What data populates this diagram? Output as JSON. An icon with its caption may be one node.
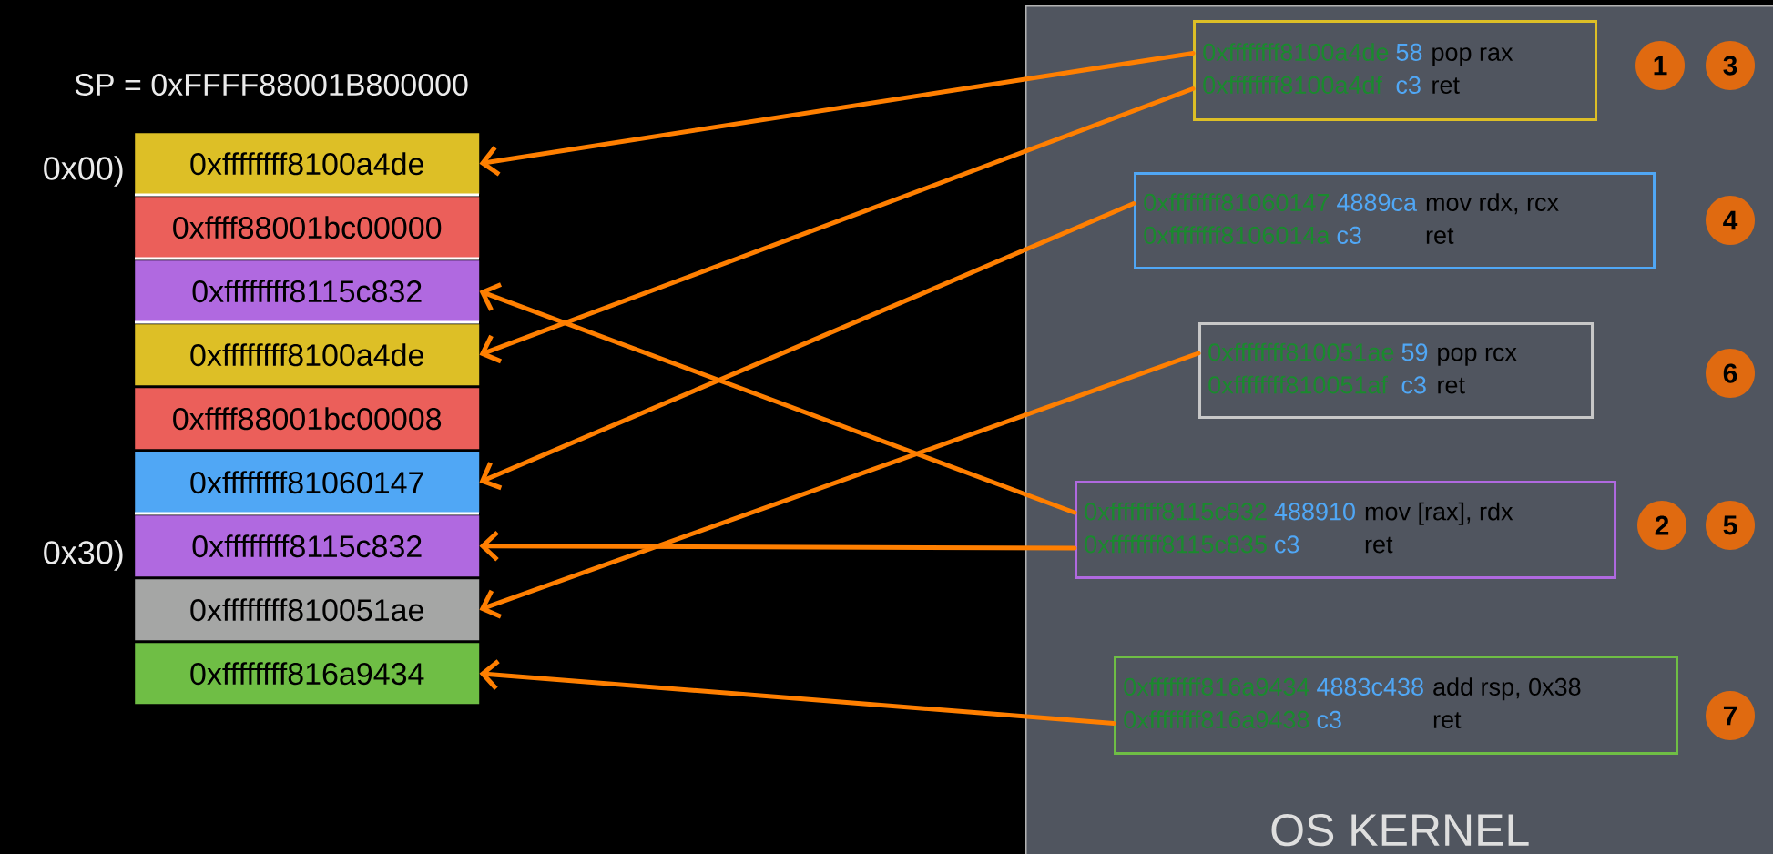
{
  "diagram": {
    "nodes": [
      {
        "text": [
          "0xffffffff8100a4de"
        ]
      },
      {
        "text": [
          "0xffff88001bc00000"
        ]
      },
      {
        "text": [
          "0xffffffff8115c832"
        ]
      },
      {
        "text": [
          "0xffffffff8100a4de"
        ]
      },
      {
        "text": [
          "0xffff88001bc00008"
        ]
      },
      {
        "text": [
          "0xffffffff81060147"
        ]
      },
      {
        "text": [
          "0xffffffff8115c832"
        ]
      },
      {
        "text": [
          "0xffffffff810051ae"
        ]
      },
      {
        "text": [
          "0xffffffff816a9434"
        ]
      },
      {
        "text": [
          "OS KERNEL"
        ]
      },
      {
        "text": [
          "0xffffffff8100a4de",
          "58",
          "pop rax",
          "0xffffffff8100a4df",
          "c3",
          "ret"
        ],
        "in": 9
      },
      {
        "text": [
          "1"
        ],
        "in": 9
      },
      {
        "text": [
          "3"
        ],
        "in": 9
      },
      {
        "text": [
          "0xffffffff81060147",
          "4889ca",
          "mov rdx, rcx",
          "0xffffffff8106014a",
          "c3",
          "ret"
        ],
        "in": 9
      },
      {
        "text": [
          "4"
        ],
        "in": 9
      },
      {
        "text": [
          "0xffffffff810051ae",
          "59",
          "pop rcx",
          "0xffffffff810051af",
          "c3",
          "ret"
        ],
        "in": 9
      },
      {
        "text": [
          "6"
        ],
        "in": 9
      },
      {
        "text": [
          "0xffffffff8115c832",
          "488910",
          "mov [rax], rdx",
          "0xffffffff8115c835",
          "c3",
          "ret"
        ],
        "in": 9
      },
      {
        "text": [
          "2"
        ],
        "in": 9
      },
      {
        "text": [
          "5"
        ],
        "in": 9
      },
      {
        "text": [
          "0xffffffff816a9434",
          "4883c438",
          "add rsp, 0x38",
          "0xffffffff816a9438",
          "c3",
          "ret"
        ],
        "in": 9
      },
      {
        "text": [
          "7"
        ],
        "in": 9
      }
    ],
    "edges": [
      {
        "from": 10,
        "to": 0,
        "arrow": "to"
      },
      {
        "from": 10,
        "to": 3,
        "arrow": "to"
      },
      {
        "from": 13,
        "to": 5,
        "arrow": "to"
      },
      {
        "from": 15,
        "to": 7,
        "arrow": "to"
      },
      {
        "from": 17,
        "to": 2,
        "arrow": "to"
      },
      {
        "from": 17,
        "to": 6,
        "arrow": "to"
      },
      {
        "from": 20,
        "to": 8,
        "arrow": "to"
      }
    ],
    "labels": [
      "SP = 0xFFFF88001B800000",
      "0x00)",
      "0x30)"
    ]
  }
}
